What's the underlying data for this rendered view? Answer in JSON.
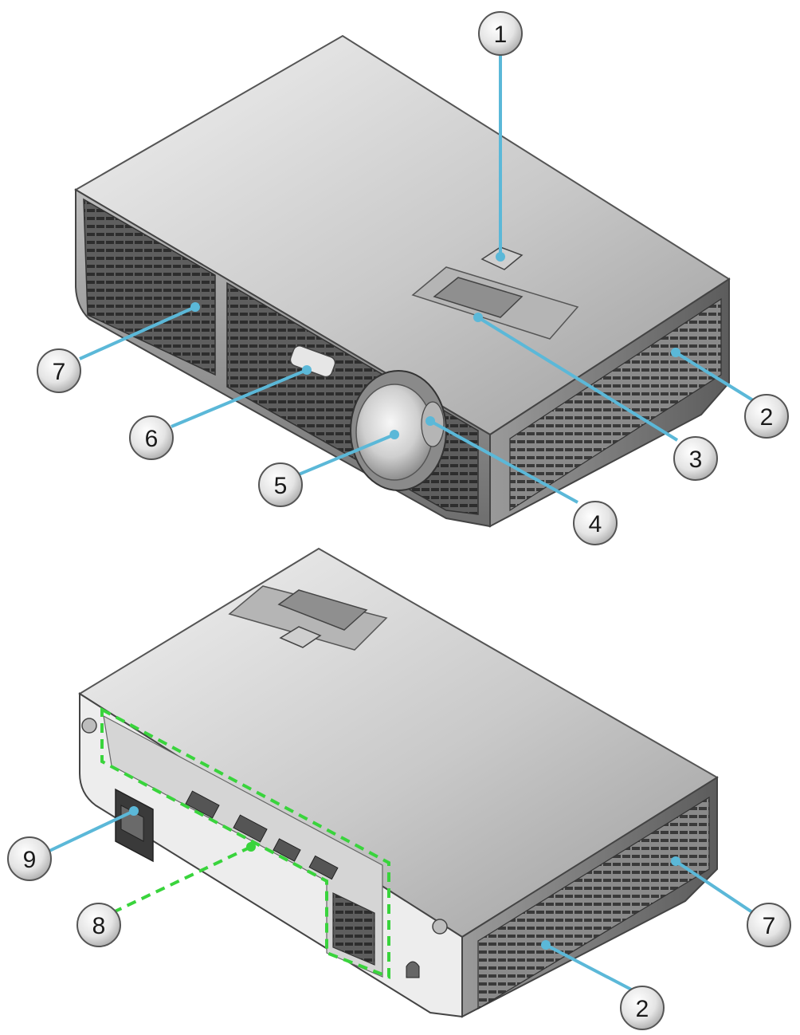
{
  "callouts_top": [
    {
      "id": "c1",
      "label": "1"
    },
    {
      "id": "c2",
      "label": "2"
    },
    {
      "id": "c3",
      "label": "3"
    },
    {
      "id": "c4",
      "label": "4"
    },
    {
      "id": "c5",
      "label": "5"
    },
    {
      "id": "c6",
      "label": "6"
    },
    {
      "id": "c7",
      "label": "7"
    }
  ],
  "callouts_bottom": [
    {
      "id": "c9",
      "label": "9"
    },
    {
      "id": "c8",
      "label": "8"
    },
    {
      "id": "c7b",
      "label": "7"
    },
    {
      "id": "c2b",
      "label": "2"
    }
  ],
  "colors": {
    "leader": "#5bb8d8",
    "io_highlight": "#39d43c",
    "body_light": "#d9d9d9",
    "body_dark": "#5a5a5a"
  }
}
